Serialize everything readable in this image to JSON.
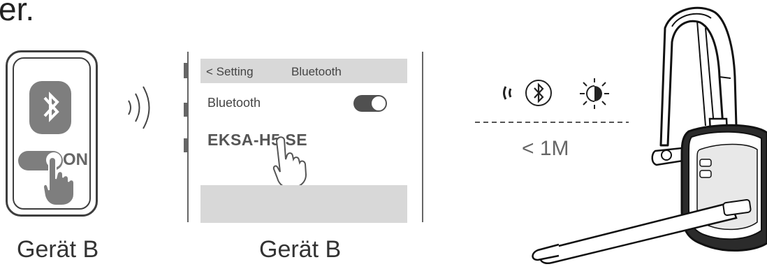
{
  "header": {
    "fragment": "er."
  },
  "left_phone": {
    "toggle_label": "ON",
    "caption": "Gerät B"
  },
  "middle_phone": {
    "back_label": "< Setting",
    "title": "Bluetooth",
    "row_label": "Bluetooth",
    "device_name": "EKSA-H5 SE",
    "caption": "Gerät B"
  },
  "pairing_panel": {
    "distance_label": "< 1M"
  },
  "icons": [
    "bluetooth-icon",
    "signal-waves-icon",
    "hand-pointer-icon",
    "bluetooth-circle-icon",
    "sun-blink-icon",
    "headset-illustration"
  ]
}
